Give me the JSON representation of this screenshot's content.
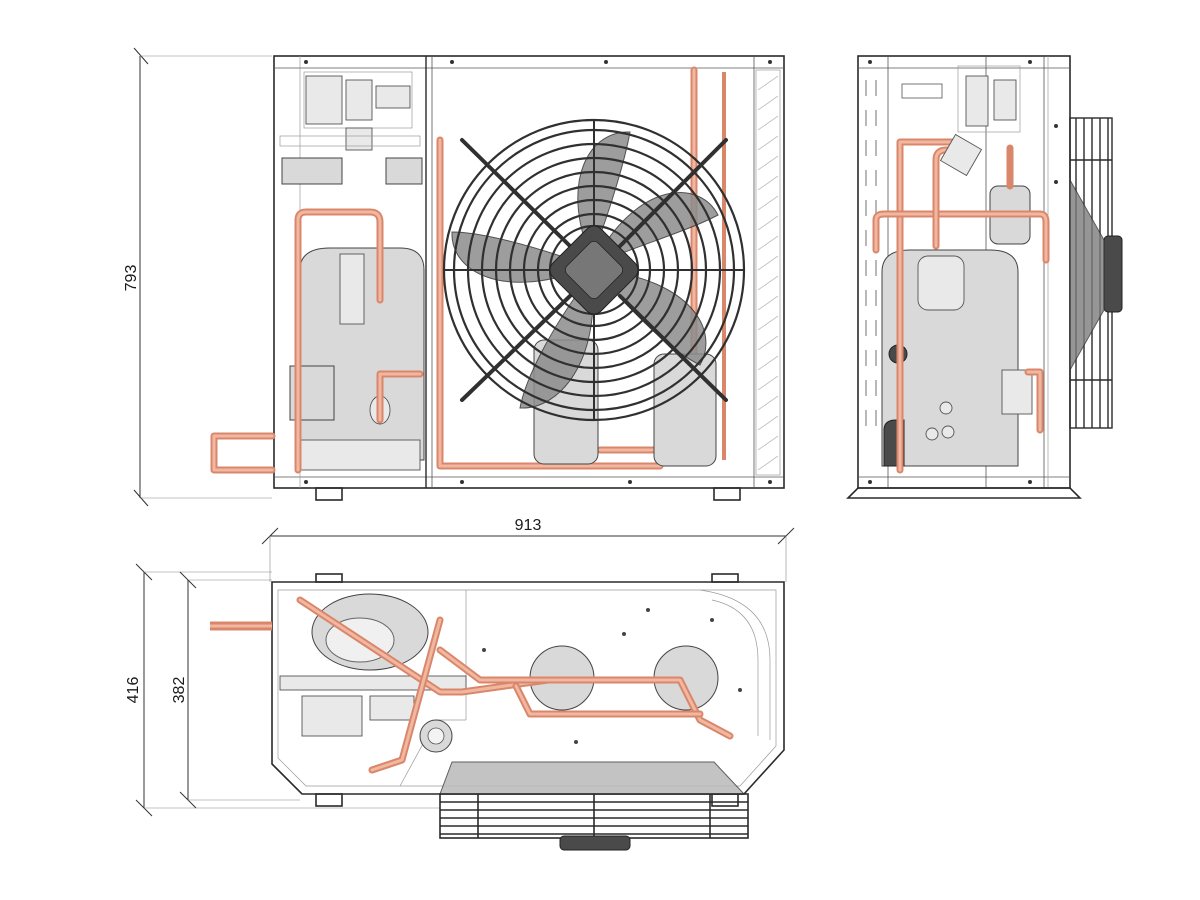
{
  "dimensions": {
    "height": "793",
    "width": "913",
    "depth_total": "416",
    "depth_body": "382"
  },
  "colors": {
    "outline": "#2a2a2a",
    "pipe": "#d9876b",
    "pipe_highlight": "#f2b7a0",
    "component_fill": "#d9d9d9",
    "fan_grille": "#303030"
  },
  "views": [
    "front-view",
    "side-view",
    "top-view"
  ]
}
